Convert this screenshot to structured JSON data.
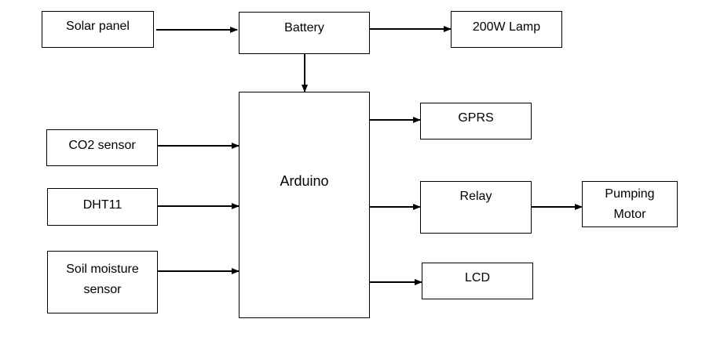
{
  "blocks": {
    "solar": "Solar panel",
    "battery": "Battery",
    "lamp": "200W Lamp",
    "arduino": "Arduino",
    "co2": "CO2 sensor",
    "dht": "DHT11",
    "soil": "Soil moisture sensor",
    "gprs": "GPRS",
    "relay": "Relay",
    "motor": "Pumping Motor",
    "lcd": "LCD"
  },
  "colors": {
    "line": "#000000",
    "box_border": "#000000",
    "background": "#ffffff"
  }
}
